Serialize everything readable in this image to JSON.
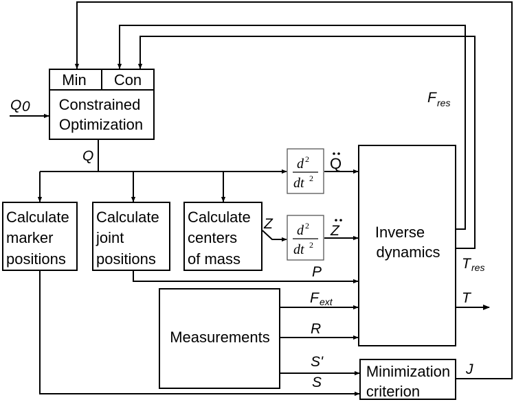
{
  "blocks": {
    "min": "Min",
    "con": "Con",
    "optimization": [
      "Constrained",
      "Optimization"
    ],
    "marker": [
      "Calculate",
      "marker",
      "positions"
    ],
    "joint": [
      "Calculate",
      "joint",
      "positions"
    ],
    "centers": [
      "Calculate",
      "centers",
      "of mass"
    ],
    "measurements": "Measurements",
    "inverse": [
      "Inverse",
      "dynamics"
    ],
    "minimization": [
      "Minimization",
      "criterion"
    ]
  },
  "derivative": {
    "numerator": "d",
    "denominator": "dt",
    "power": "2"
  },
  "signals": {
    "q0": "Q",
    "q0_sub": "0",
    "q": "Q",
    "q_ddot": "Q",
    "z": "Z",
    "z_ddot": "Z",
    "p": "P",
    "f_ext": "F",
    "f_ext_sub": "ext",
    "r": "R",
    "s_prime": "S'",
    "s": "S",
    "f_res": "F",
    "f_res_sub": "res",
    "t_res": "T",
    "t_res_sub": "res",
    "t": "T",
    "j": "J"
  }
}
